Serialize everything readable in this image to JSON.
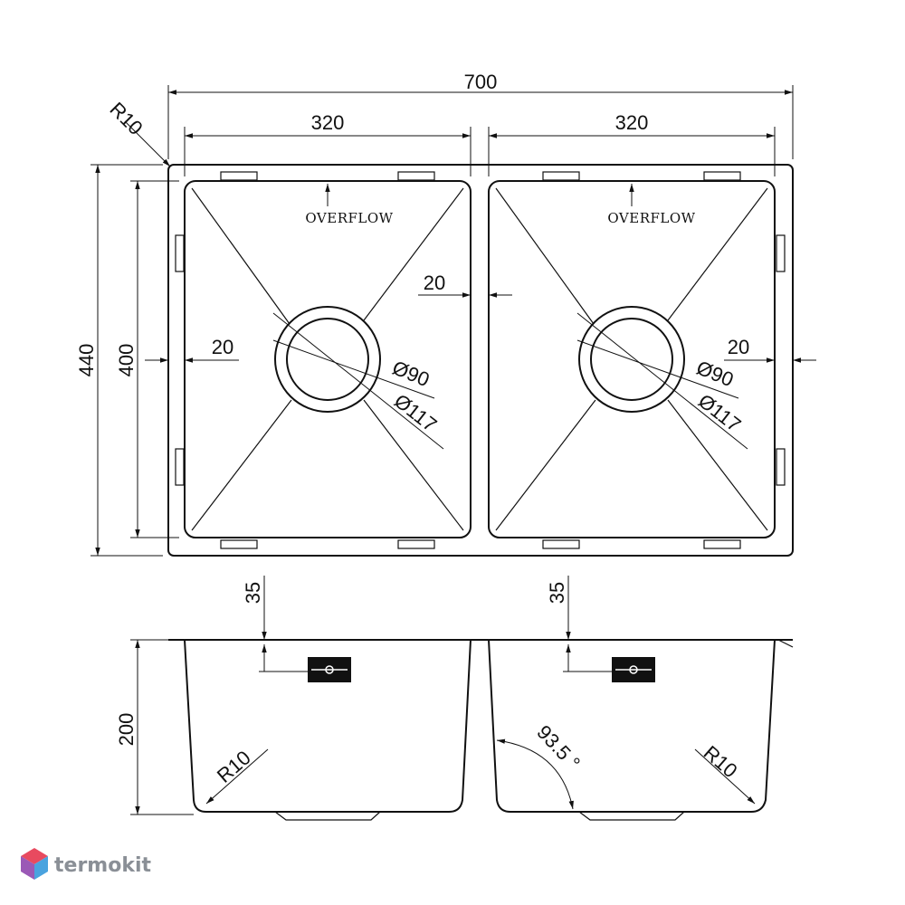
{
  "top_view": {
    "overall_width": "700",
    "bowl_width_left": "320",
    "bowl_width_right": "320",
    "overall_depth": "440",
    "bowl_depth": "400",
    "corner_radius": "R10",
    "divider_width": "20",
    "left_margin": "20",
    "right_margin": "20",
    "overflow_label_left": "OVERFLOW",
    "overflow_label_right": "OVERFLOW",
    "drain_inner_left": "Ø90",
    "drain_outer_left": "Ø117",
    "drain_inner_right": "Ø90",
    "drain_outer_right": "Ø117"
  },
  "side_view": {
    "overflow_height_left": "35",
    "overflow_height_right": "35",
    "bowl_height": "200",
    "bottom_radius_left": "R10",
    "bottom_radius_right": "R10",
    "wall_angle": "93.5 °"
  },
  "brand": {
    "name": "termokit",
    "logo_colors": [
      "#e84a5f",
      "#4aa3df",
      "#9b59b6"
    ]
  }
}
